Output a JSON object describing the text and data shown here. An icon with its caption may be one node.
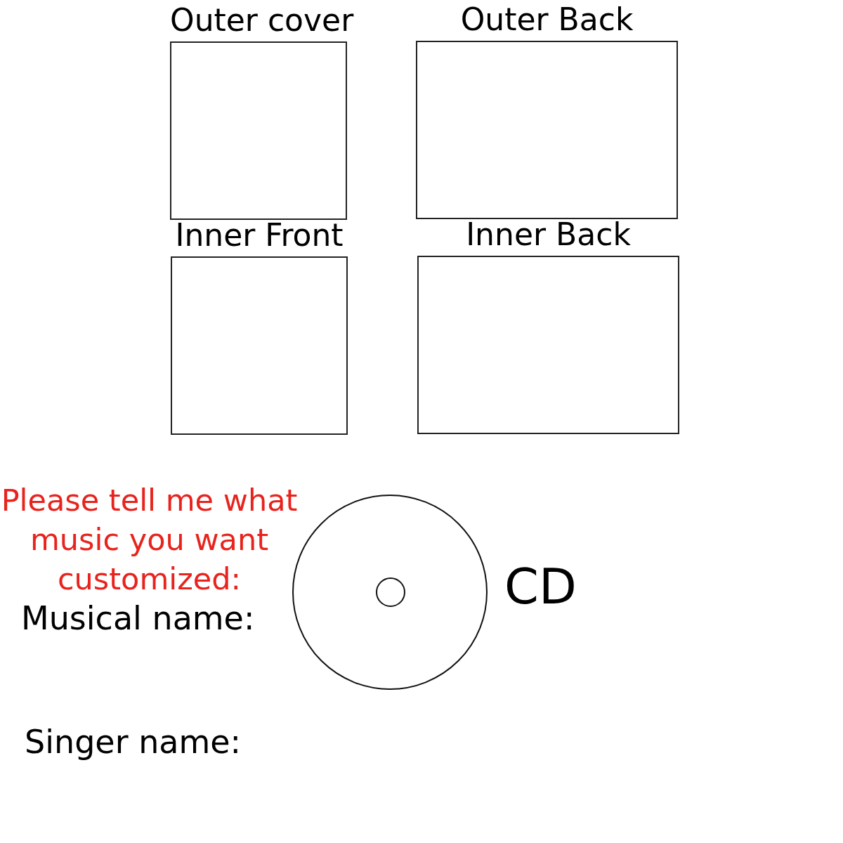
{
  "diagram": {
    "nodes": [
      {
        "text": [
          "Outer cover"
        ]
      },
      {
        "text": [
          "Outer Back"
        ]
      },
      {
        "text": [
          "Inner Front"
        ]
      },
      {
        "text": [
          "Inner Back"
        ]
      },
      {
        "text": [],
        "shape": "circle",
        "beside": [
          "CD"
        ]
      },
      {
        "text": [],
        "shape": "circle",
        "in": 4
      }
    ],
    "labels": [
      "Please tell me what music you want customized:",
      "Musical name:",
      "Singer name:"
    ]
  }
}
